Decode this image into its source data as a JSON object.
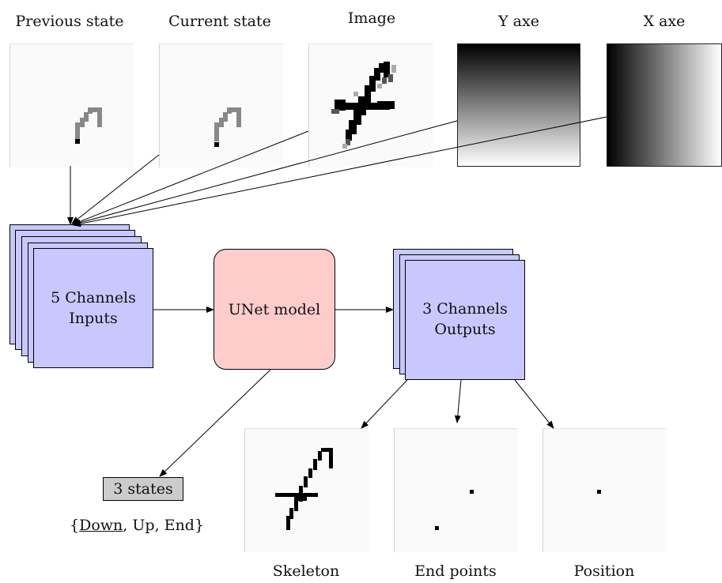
{
  "inputs": {
    "previous_state": "Previous state",
    "current_state": "Current state",
    "image": "Image",
    "y_axe": "Y axe",
    "x_axe": "X axe"
  },
  "input_stack": {
    "line1": "5 Channels",
    "line2": "Inputs"
  },
  "model": {
    "label": "UNet model"
  },
  "output_stack": {
    "line1": "3 Channels",
    "line2": "Outputs"
  },
  "states": {
    "box_label": "3 states",
    "open_brace": "{",
    "down": "Down",
    "sep1": ", ",
    "up": "Up",
    "sep2": ", ",
    "end": "End",
    "close_brace": "}"
  },
  "outputs": {
    "skeleton": "Skeleton",
    "end_points": "End points",
    "position": "Position"
  },
  "colors": {
    "input_stack_fill": "#c8c8ff",
    "model_fill": "#ffcccc",
    "states_fill": "#cccccc"
  }
}
